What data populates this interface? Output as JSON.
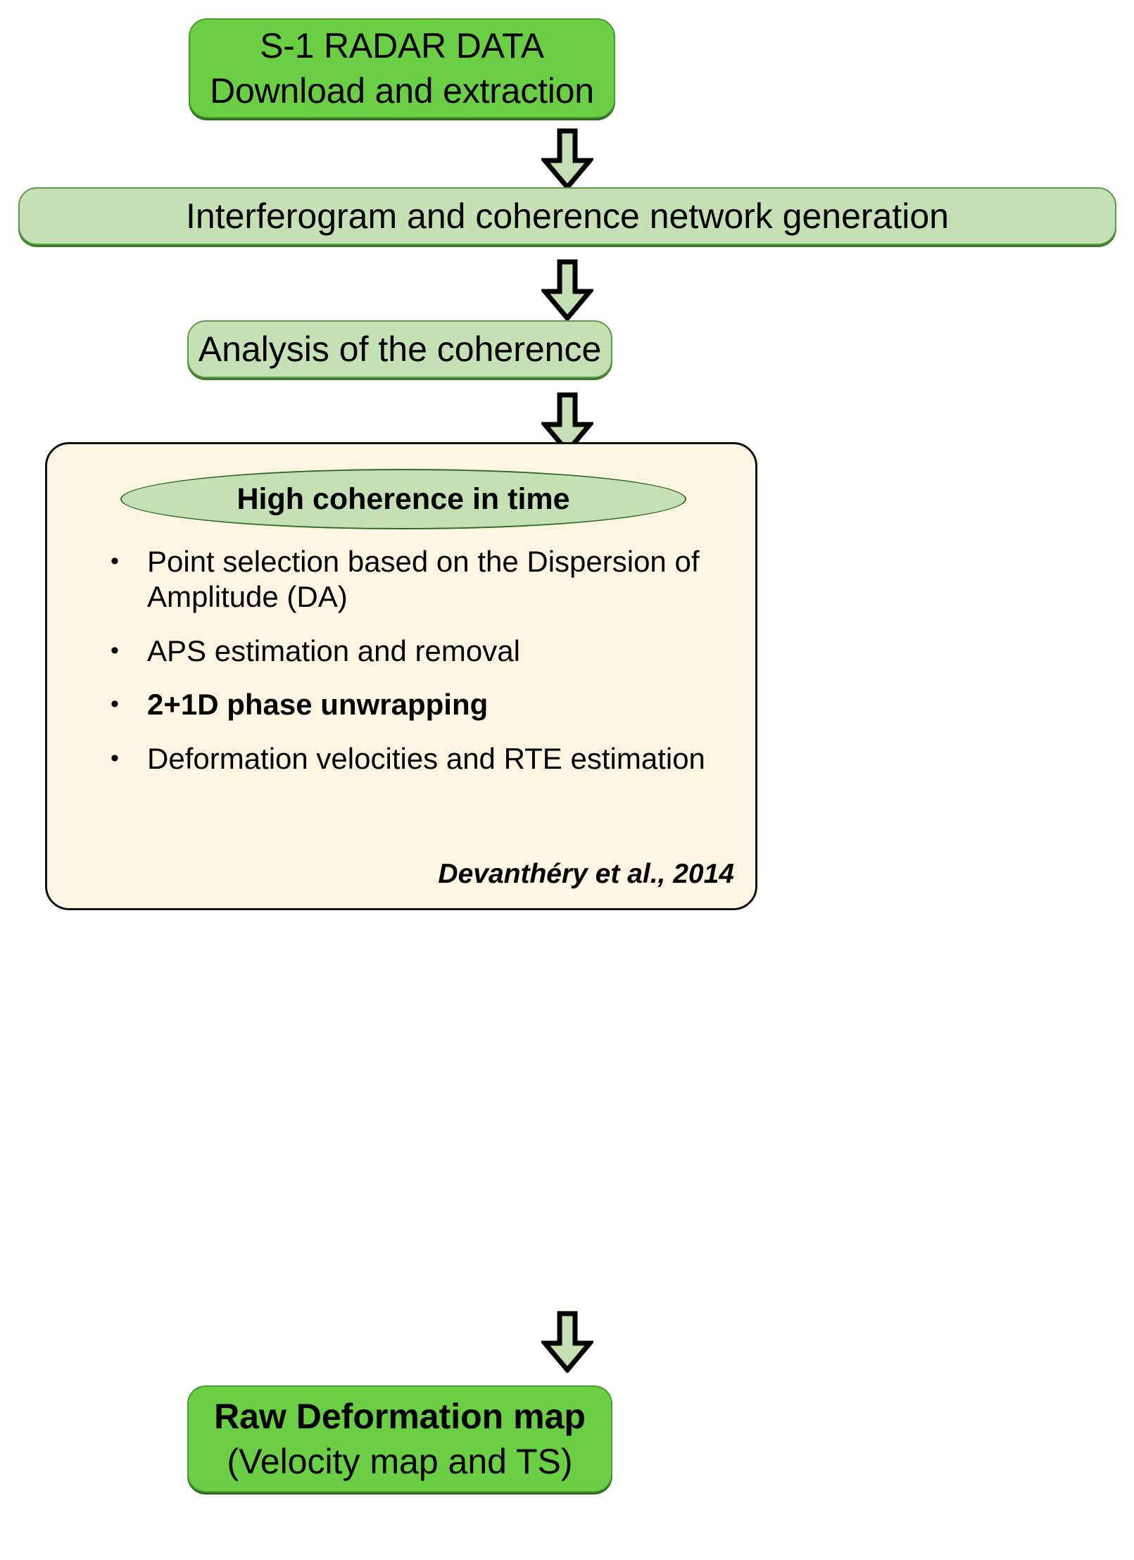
{
  "diagram": {
    "title": "InSAR processing chain flowchart",
    "colors": {
      "bright_green": "#6BCF46",
      "pale_green": "#C5E0B4",
      "cream_panel": "#FDF5E1",
      "border_dark_green": "#2E6B2A",
      "outline_black": "#111111"
    },
    "nodes": {
      "radar": {
        "line1": "S-1 RADAR DATA",
        "line2": "Download and extraction"
      },
      "interferogram": {
        "line1": "Interferogram and coherence network generation"
      },
      "analysis": {
        "line1": "Analysis of the coherence"
      },
      "raw_deformation": {
        "line1": "Raw Deformation map",
        "line2": "(Velocity map and TS)"
      }
    },
    "panel": {
      "ellipse_label": "High coherence in time",
      "bullet_marker": "•",
      "bullets": [
        {
          "text": "Point selection based on the Dispersion of Amplitude (DA)",
          "bold": false
        },
        {
          "text": "APS estimation and removal",
          "bold": false
        },
        {
          "text": "2+1D phase unwrapping",
          "bold": true
        },
        {
          "text": "Deformation velocities and RTE estimation",
          "bold": false
        }
      ],
      "citation": "Devanthéry  et al., 2014"
    },
    "arrows": [
      {
        "name": "arrow-radar-to-interferogram",
        "direction": "down"
      },
      {
        "name": "arrow-interferogram-to-analysis",
        "direction": "down"
      },
      {
        "name": "arrow-analysis-to-panel",
        "direction": "down"
      },
      {
        "name": "arrow-panel-to-raw",
        "direction": "down"
      }
    ]
  }
}
